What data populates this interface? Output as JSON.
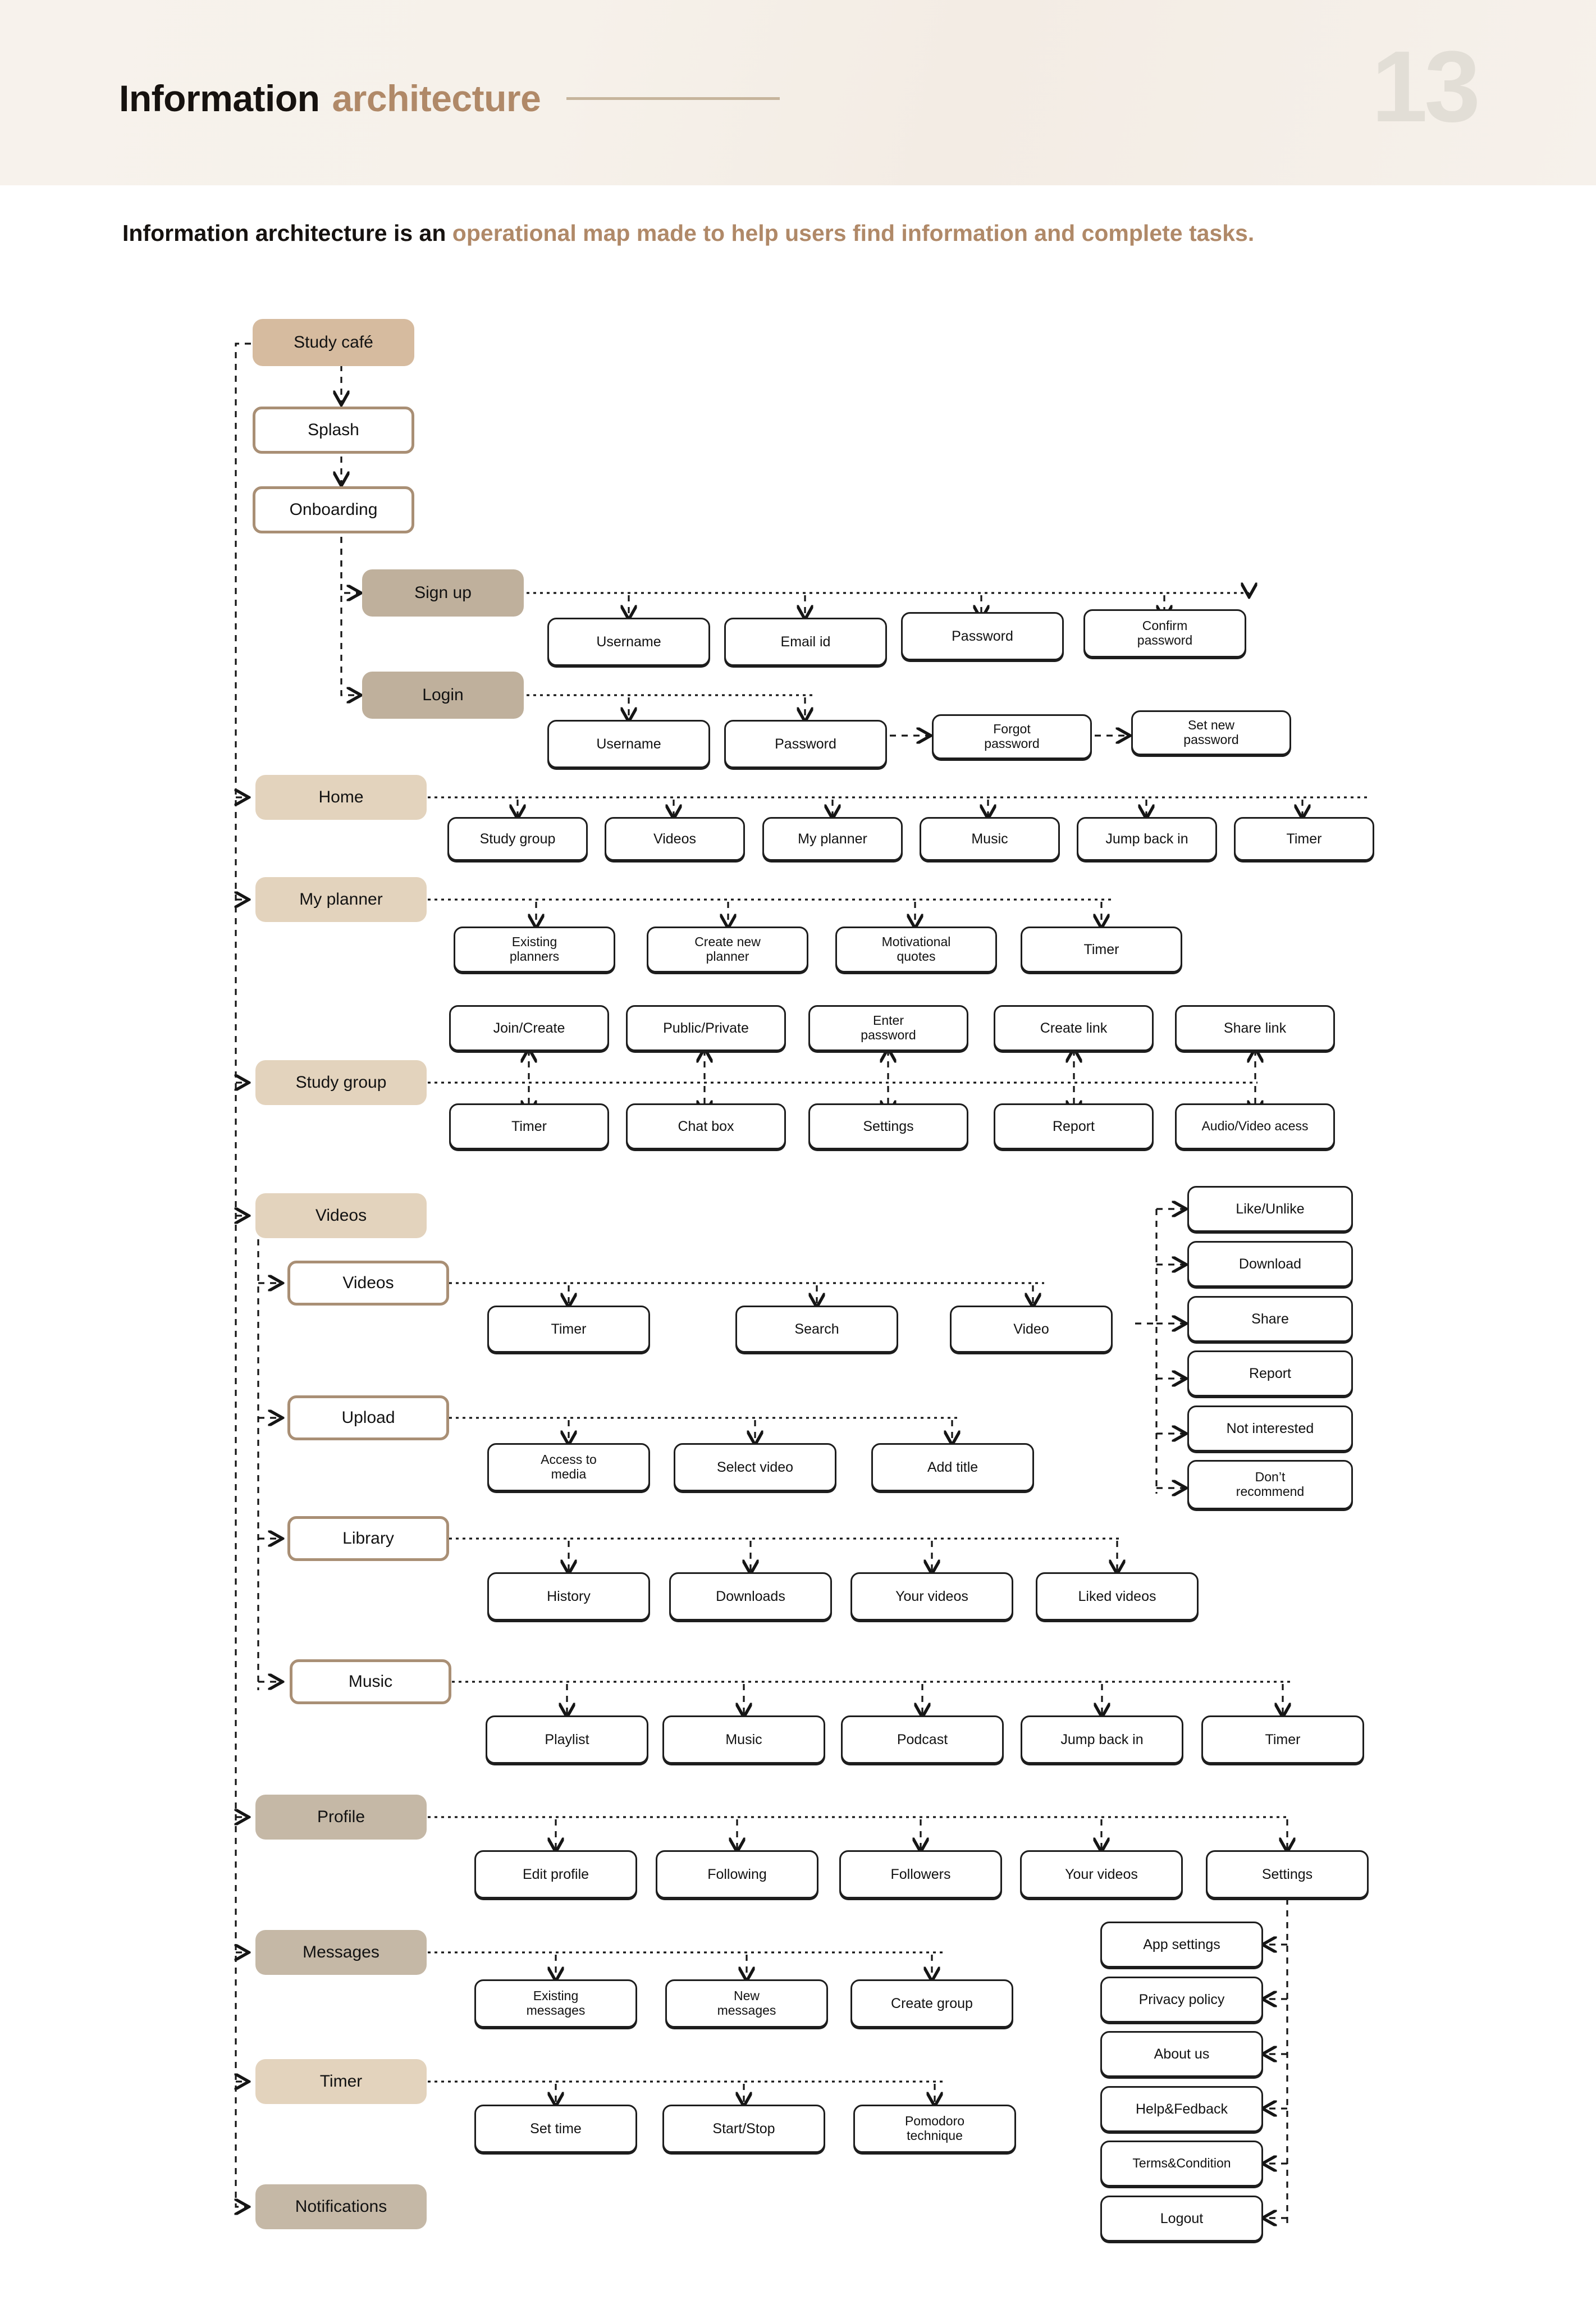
{
  "header": {
    "title_primary": "Information",
    "title_accent": "architecture",
    "page_number": "13",
    "rule": "horizontal-rule"
  },
  "subtitle": {
    "lead": "Information architecture is an ",
    "accent": "operational map made to help users find information and complete tasks."
  },
  "colors": {
    "accent": "#b08968",
    "root_fill": "#d6bb9f",
    "light_fill": "#e3d3bd",
    "mid_fill": "#c5b8a6",
    "deep_fill": "#bfb09c",
    "outline_brown": "#a98f75",
    "leaf_border": "#1d1d1d",
    "page_number_color": "#e2ded6",
    "header_band": "#f5efe8"
  },
  "chart_data": {
    "type": "diagram",
    "title": "Information architecture",
    "root": "Study café",
    "nodes": [
      {
        "id": "study-cafe",
        "label": "Study café",
        "level": 1,
        "style": "root"
      },
      {
        "id": "splash",
        "label": "Splash",
        "level": 2,
        "style": "outline"
      },
      {
        "id": "onboarding",
        "label": "Onboarding",
        "level": 2,
        "style": "outline"
      },
      {
        "id": "sign-up",
        "label": "Sign up",
        "level": 2,
        "style": "deep"
      },
      {
        "id": "login",
        "label": "Login",
        "level": 2,
        "style": "deep"
      },
      {
        "id": "home",
        "label": "Home",
        "level": 1,
        "style": "light"
      },
      {
        "id": "my-planner",
        "label": "My planner",
        "level": 1,
        "style": "light"
      },
      {
        "id": "study-group",
        "label": "Study group",
        "level": 1,
        "style": "light"
      },
      {
        "id": "videos-top",
        "label": "Videos",
        "level": 1,
        "style": "light"
      },
      {
        "id": "videos-sub",
        "label": "Videos",
        "level": 2,
        "style": "outline"
      },
      {
        "id": "upload",
        "label": "Upload",
        "level": 2,
        "style": "outline"
      },
      {
        "id": "library",
        "label": "Library",
        "level": 2,
        "style": "outline"
      },
      {
        "id": "music",
        "label": "Music",
        "level": 2,
        "style": "outline"
      },
      {
        "id": "profile",
        "label": "Profile",
        "level": 1,
        "style": "mid"
      },
      {
        "id": "messages",
        "label": "Messages",
        "level": 1,
        "style": "mid"
      },
      {
        "id": "timer",
        "label": "Timer",
        "level": 1,
        "style": "light"
      },
      {
        "id": "notifications",
        "label": "Notifications",
        "level": 1,
        "style": "mid"
      }
    ],
    "groups": [
      {
        "parent": "sign-up",
        "children": [
          "Username",
          "Email id",
          "Password",
          "Confirm password"
        ]
      },
      {
        "parent": "login",
        "children": [
          "Username",
          "Password",
          "Forgot password",
          "Set new password"
        ]
      },
      {
        "parent": "home",
        "children": [
          "Study group",
          "Videos",
          "My planner",
          "Music",
          "Jump back in",
          "Timer"
        ]
      },
      {
        "parent": "my-planner",
        "children": [
          "Existing planners",
          "Create new planner",
          "Motivational quotes",
          "Timer"
        ]
      },
      {
        "parent": "study-group",
        "children": [
          "Join/Create",
          "Public/Private",
          "Enter password",
          "Create link",
          "Share link",
          "Timer",
          "Chat box",
          "Settings",
          "Report",
          "Audio/Video acess"
        ]
      },
      {
        "parent": "videos-sub",
        "children": [
          "Timer",
          "Search",
          "Video"
        ]
      },
      {
        "parent": "video",
        "children": [
          "Like/Unlike",
          "Download",
          "Share",
          "Report",
          "Not interested",
          "Don't recommend"
        ]
      },
      {
        "parent": "upload",
        "children": [
          "Access to media",
          "Select video",
          "Add title"
        ]
      },
      {
        "parent": "library",
        "children": [
          "History",
          "Downloads",
          "Your videos",
          "Liked videos"
        ]
      },
      {
        "parent": "music",
        "children": [
          "Playlist",
          "Music",
          "Podcast",
          "Jump back in",
          "Timer"
        ]
      },
      {
        "parent": "profile",
        "children": [
          "Edit profile",
          "Following",
          "Followers",
          "Your videos",
          "Settings"
        ]
      },
      {
        "parent": "settings",
        "children": [
          "App settings",
          "Privacy policy",
          "About us",
          "Help&Fedback",
          "Terms&Condition",
          "Logout"
        ]
      },
      {
        "parent": "messages",
        "children": [
          "Existing messages",
          "New messages",
          "Create group"
        ]
      },
      {
        "parent": "timer",
        "children": [
          "Set time",
          "Start/Stop",
          "Pomodoro technique"
        ]
      }
    ]
  },
  "nodes": {
    "study_cafe": "Study café",
    "splash": "Splash",
    "onboarding": "Onboarding",
    "sign_up": "Sign up",
    "login": "Login",
    "home": "Home",
    "my_planner": "My planner",
    "study_group": "Study group",
    "videos_top": "Videos",
    "videos_sub": "Videos",
    "upload": "Upload",
    "library": "Library",
    "music": "Music",
    "profile": "Profile",
    "messages": "Messages",
    "timer": "Timer",
    "notifications": "Notifications"
  },
  "signup_fields": [
    {
      "l1": "Username",
      "l2": ""
    },
    {
      "l1": "Email id",
      "l2": ""
    },
    {
      "l1": "Password",
      "l2": ""
    },
    {
      "l1": "Confirm",
      "l2": "password"
    }
  ],
  "login_fields": [
    {
      "l1": "Username",
      "l2": ""
    },
    {
      "l1": "Password",
      "l2": ""
    },
    {
      "l1": "Forgot",
      "l2": "password"
    },
    {
      "l1": "Set new",
      "l2": "password"
    }
  ],
  "home_items": [
    {
      "l1": "Study group",
      "l2": ""
    },
    {
      "l1": "Videos",
      "l2": ""
    },
    {
      "l1": "My planner",
      "l2": ""
    },
    {
      "l1": "Music",
      "l2": ""
    },
    {
      "l1": "Jump back in",
      "l2": ""
    },
    {
      "l1": "Timer",
      "l2": ""
    }
  ],
  "planner_items": [
    {
      "l1": "Existing",
      "l2": "planners"
    },
    {
      "l1": "Create new",
      "l2": "planner"
    },
    {
      "l1": "Motivational",
      "l2": "quotes"
    },
    {
      "l1": "Timer",
      "l2": ""
    }
  ],
  "studygroup_top": [
    {
      "l1": "Join/Create",
      "l2": ""
    },
    {
      "l1": "Public/Private",
      "l2": ""
    },
    {
      "l1": "Enter",
      "l2": "password"
    },
    {
      "l1": "Create link",
      "l2": ""
    },
    {
      "l1": "Share link",
      "l2": ""
    }
  ],
  "studygroup_bottom": [
    {
      "l1": "Timer",
      "l2": ""
    },
    {
      "l1": "Chat box",
      "l2": ""
    },
    {
      "l1": "Settings",
      "l2": ""
    },
    {
      "l1": "Report",
      "l2": ""
    },
    {
      "l1": "Audio/Video acess",
      "l2": ""
    }
  ],
  "videos_items": [
    {
      "l1": "Timer",
      "l2": ""
    },
    {
      "l1": "Search",
      "l2": ""
    },
    {
      "l1": "Video",
      "l2": ""
    }
  ],
  "video_actions": [
    {
      "l1": "Like/Unlike",
      "l2": ""
    },
    {
      "l1": "Download",
      "l2": ""
    },
    {
      "l1": "Share",
      "l2": ""
    },
    {
      "l1": "Report",
      "l2": ""
    },
    {
      "l1": "Not interested",
      "l2": ""
    },
    {
      "l1": "Don’t",
      "l2": "recommend"
    }
  ],
  "upload_items": [
    {
      "l1": "Access to",
      "l2": "media"
    },
    {
      "l1": "Select video",
      "l2": ""
    },
    {
      "l1": "Add title",
      "l2": ""
    }
  ],
  "library_items": [
    {
      "l1": "History",
      "l2": ""
    },
    {
      "l1": "Downloads",
      "l2": ""
    },
    {
      "l1": "Your videos",
      "l2": ""
    },
    {
      "l1": "Liked videos",
      "l2": ""
    }
  ],
  "music_items": [
    {
      "l1": "Playlist",
      "l2": ""
    },
    {
      "l1": "Music",
      "l2": ""
    },
    {
      "l1": "Podcast",
      "l2": ""
    },
    {
      "l1": "Jump back in",
      "l2": ""
    },
    {
      "l1": "Timer",
      "l2": ""
    }
  ],
  "profile_items": [
    {
      "l1": "Edit profile",
      "l2": ""
    },
    {
      "l1": "Following",
      "l2": ""
    },
    {
      "l1": "Followers",
      "l2": ""
    },
    {
      "l1": "Your videos",
      "l2": ""
    },
    {
      "l1": "Settings",
      "l2": ""
    }
  ],
  "settings_items": [
    {
      "l1": "App settings",
      "l2": ""
    },
    {
      "l1": "Privacy policy",
      "l2": ""
    },
    {
      "l1": "About us",
      "l2": ""
    },
    {
      "l1": "Help&Fedback",
      "l2": ""
    },
    {
      "l1": "Terms&Condition",
      "l2": ""
    },
    {
      "l1": "Logout",
      "l2": ""
    }
  ],
  "messages_items": [
    {
      "l1": "Existing",
      "l2": "messages"
    },
    {
      "l1": "New",
      "l2": "messages"
    },
    {
      "l1": "Create group",
      "l2": ""
    }
  ],
  "timer_items": [
    {
      "l1": "Set time",
      "l2": ""
    },
    {
      "l1": "Start/Stop",
      "l2": ""
    },
    {
      "l1": "Pomodoro",
      "l2": "technique"
    }
  ]
}
